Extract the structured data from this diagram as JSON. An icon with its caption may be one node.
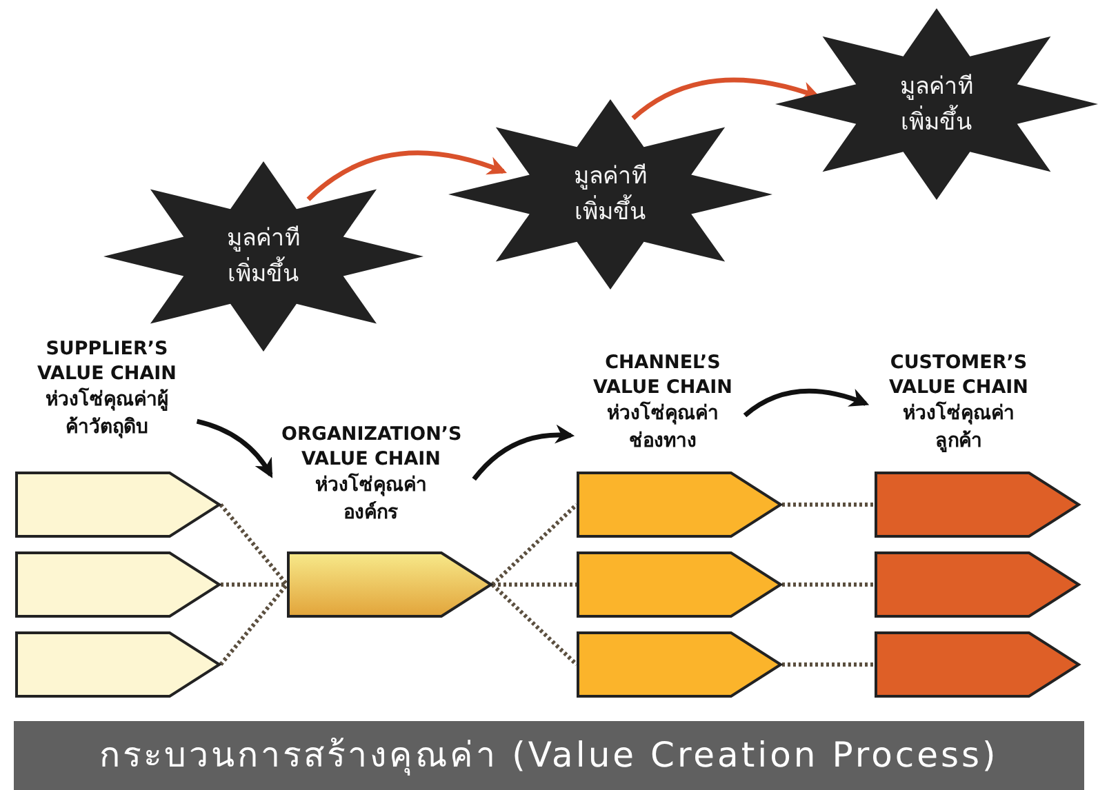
{
  "diagram": {
    "title": "กระบวนการสร้างคุณค่า (Value Creation Process)",
    "nodes": [
      {
        "text": [
          "มูลค่าทีเพิ่มขึ้น"
        ]
      },
      {
        "text": [
          "มูลค่าทีเพิ่มขึ้น"
        ]
      },
      {
        "text": [
          "มูลค่าทีเพิ่มขึ้น"
        ]
      },
      {
        "text": [
          "SUPPLIER’S VALUE CHAIN",
          "ห่วงโซ่คุณค่าผู้ค้าวัตถุดิบ"
        ]
      },
      {
        "text": [
          "ORGANIZATION’S VALUE CHAIN",
          "ห่วงโซ่คุณค่าองค์กร"
        ]
      },
      {
        "text": [
          "CHANNEL’S VALUE CHAIN",
          "ห่วงโซ่คุณค่าช่องทาง"
        ]
      },
      {
        "text": [
          "CUSTOMER’S VALUE CHAIN",
          "ห่วงโซ่คุณค่าลูกค้า"
        ]
      },
      {
        "text": [],
        "shape": "pentagon"
      },
      {
        "text": [],
        "shape": "pentagon"
      },
      {
        "text": [],
        "shape": "pentagon"
      },
      {
        "text": [],
        "shape": "pentagon"
      },
      {
        "text": [],
        "shape": "pentagon"
      },
      {
        "text": [],
        "shape": "pentagon"
      },
      {
        "text": [],
        "shape": "pentagon"
      },
      {
        "text": [],
        "shape": "pentagon"
      },
      {
        "text": [],
        "shape": "pentagon"
      },
      {
        "text": [],
        "shape": "pentagon"
      }
    ],
    "edges": [
      {
        "from": 0,
        "to": 1,
        "arrow": "to",
        "color": "#d9512b"
      },
      {
        "from": 1,
        "to": 2,
        "arrow": "to",
        "color": "#d9512b"
      },
      {
        "from": 3,
        "to": 4,
        "arrow": "to"
      },
      {
        "from": 4,
        "to": 5,
        "arrow": "to"
      },
      {
        "from": 5,
        "to": 6,
        "arrow": "to"
      },
      {
        "from": 7,
        "to": 10,
        "arrow": "none",
        "style": "dashed"
      },
      {
        "from": 8,
        "to": 10,
        "arrow": "none",
        "style": "dashed"
      },
      {
        "from": 9,
        "to": 10,
        "arrow": "none",
        "style": "dashed"
      },
      {
        "from": 10,
        "to": 11,
        "arrow": "none",
        "style": "dashed"
      },
      {
        "from": 10,
        "to": 12,
        "arrow": "none",
        "style": "dashed"
      },
      {
        "from": 10,
        "to": 13,
        "arrow": "none",
        "style": "dashed"
      },
      {
        "from": 11,
        "to": 14,
        "arrow": "none",
        "style": "dashed"
      },
      {
        "from": 12,
        "to": 15,
        "arrow": "none",
        "style": "dashed"
      },
      {
        "from": 13,
        "to": 16,
        "arrow": "none",
        "style": "dashed"
      }
    ]
  }
}
